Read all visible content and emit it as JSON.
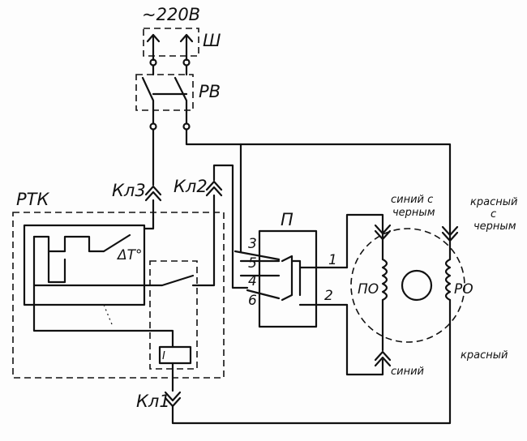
{
  "diagram": {
    "mains_label": "~220В",
    "plug_label": "Ш",
    "relay_label": "РВ",
    "thermal_relay_label": "РТК",
    "terminal_1_label": "Кл1",
    "terminal_2_label": "Кл2",
    "terminal_3_label": "Кл3",
    "switch_label": "П",
    "temperature_symbol": "ΔT°",
    "switch_contacts": [
      "3",
      "5",
      "4",
      "6",
      "1",
      "2"
    ],
    "start_winding_label": "ПО",
    "run_winding_label": "РО",
    "coil_symbol": "I",
    "wire_blue_black_line1": "синий с",
    "wire_blue_black_line2": "черным",
    "wire_red_black_line1": "красный",
    "wire_red_black_line2": "с",
    "wire_red_black_line3": "черным",
    "wire_blue": "синий",
    "wire_red": "красный"
  }
}
